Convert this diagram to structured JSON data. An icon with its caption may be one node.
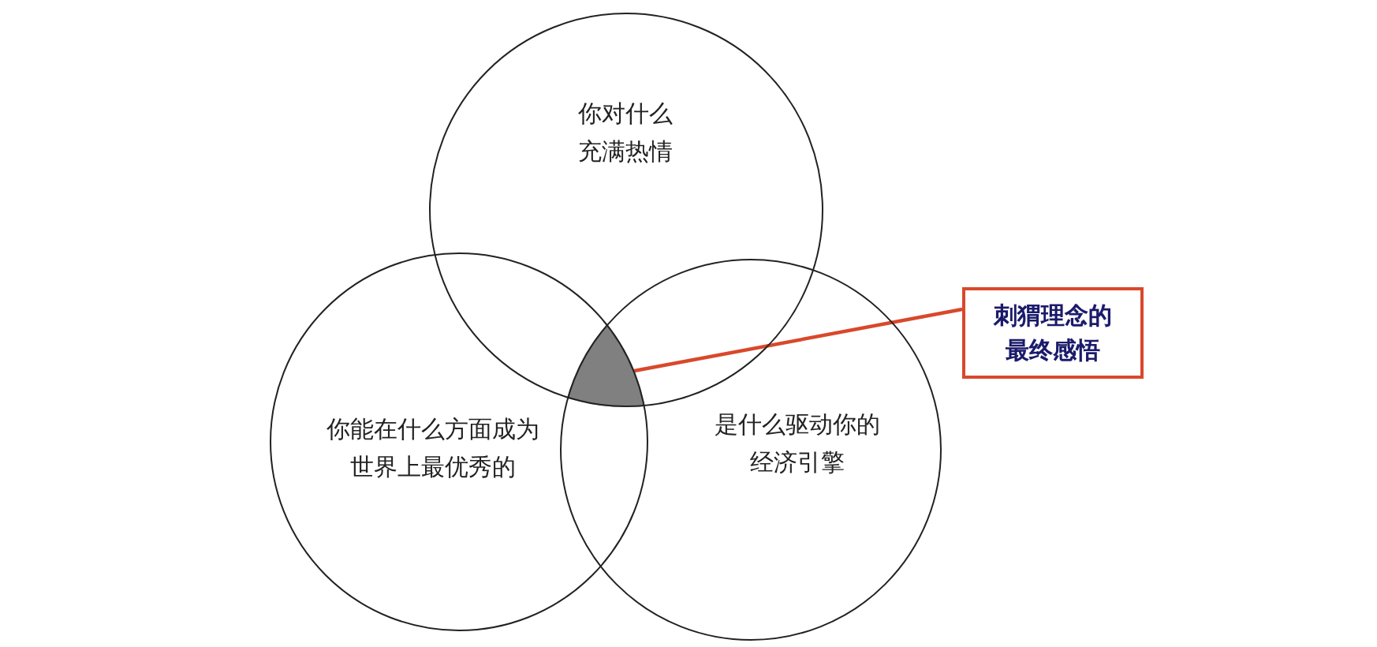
{
  "diagram": {
    "nodes": [
      {
        "text": [
          "你对什么充满热情"
        ]
      },
      {
        "text": [
          "你能在什么方面成为世界上最优秀的"
        ]
      },
      {
        "text": [
          "是什么驱动你的经济引擎"
        ]
      },
      {
        "text": [],
        "shape": "region"
      },
      {
        "text": [
          "刺猬理念的最终感悟"
        ]
      }
    ],
    "edges": [
      {
        "from": 4,
        "to": 3,
        "arrow": "none",
        "color": "#d9482b"
      }
    ]
  }
}
